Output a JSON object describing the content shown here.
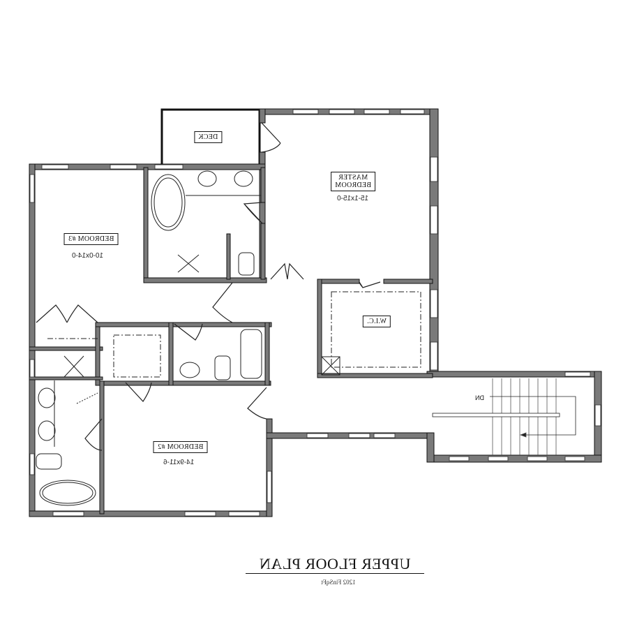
{
  "drawing": {
    "title": "UPPER FLOOR PLAN",
    "subtitle": "1202 FinSqFt",
    "mirrored_text": true
  },
  "rooms": {
    "deck": {
      "label": "DECK"
    },
    "master_bedroom": {
      "label_line1": "MASTER",
      "label_line2": "BEDROOM",
      "dimensions": "15-1x15-0"
    },
    "bedroom3": {
      "label": "BEDROOM #3",
      "dimensions": "10-0x14-0"
    },
    "bedroom2": {
      "label": "BEDROOM #2",
      "dimensions": "14-9x11-6"
    },
    "wic": {
      "label": "W.I.C."
    },
    "stairs": {
      "direction_label": "DN"
    }
  },
  "colors": {
    "wall_fill": "#7a7a7a",
    "wall_outline": "#111111",
    "window_fill": "#ffffff",
    "background": "#ffffff"
  }
}
